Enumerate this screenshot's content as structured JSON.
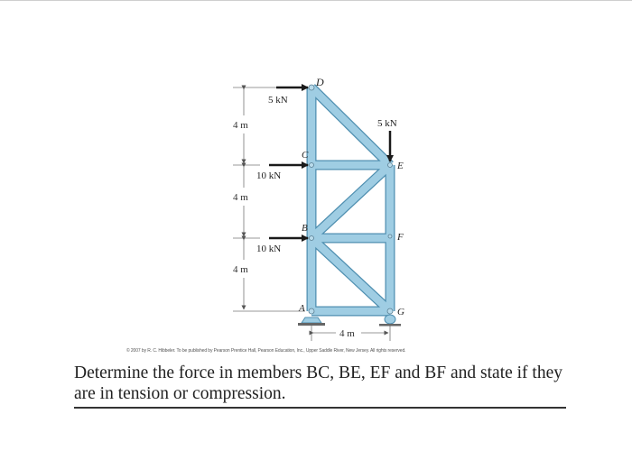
{
  "figure": {
    "joints": {
      "A": "A",
      "B": "B",
      "C": "C",
      "D": "D",
      "E": "E",
      "F": "F",
      "G": "G"
    },
    "loads": [
      {
        "joint": "D",
        "label": "5 kN",
        "direction": "right"
      },
      {
        "joint": "C",
        "label": "10 kN",
        "direction": "right"
      },
      {
        "joint": "B",
        "label": "10 kN",
        "direction": "right"
      },
      {
        "joint": "E",
        "label": "5 kN",
        "direction": "down"
      }
    ],
    "dimensions": {
      "vertical": [
        "4 m",
        "4 m",
        "4 m"
      ],
      "horizontal": "4 m"
    },
    "colors": {
      "member_fill": "#9fcde3",
      "member_stroke": "#4f8fb0",
      "arrow": "#1a1a1a",
      "dimension_line": "#666666"
    }
  },
  "copyright": "© 2007 by R. C. Hibbeler. To be published by Pearson Prentice Hall, Pearson Education, Inc., Upper Saddle River, New Jersey. All rights reserved.",
  "question": {
    "text": "Determine the force in members BC, BE, EF and BF and state if they are in tension or compression."
  }
}
